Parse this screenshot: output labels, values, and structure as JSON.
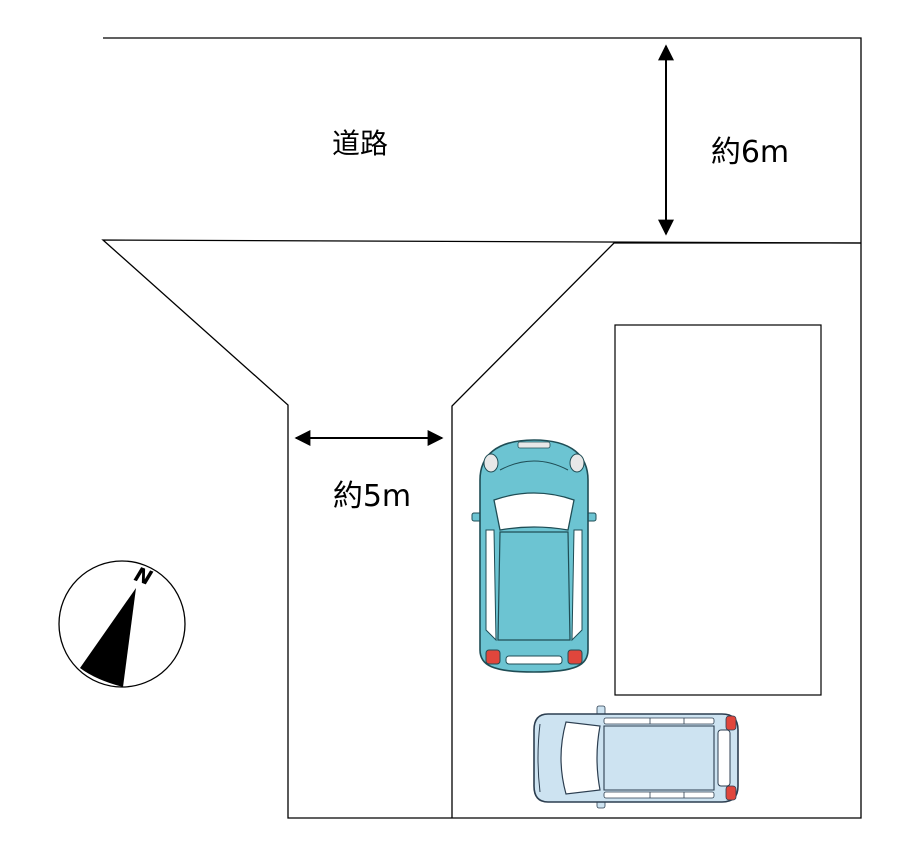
{
  "road": {
    "label": "道路"
  },
  "dimensions": {
    "road_width": "約6m",
    "driveway_width": "約5m"
  },
  "compass": {
    "north_label": "N"
  },
  "cars": [
    {
      "name": "teal-hatchback",
      "body_color": "#6cc4d2",
      "light_color": "#e0463c"
    },
    {
      "name": "light-blue-minivan",
      "body_color": "#cde3f1",
      "light_color": "#e0463c"
    }
  ],
  "colors": {
    "line": "#000000",
    "background": "#ffffff"
  }
}
